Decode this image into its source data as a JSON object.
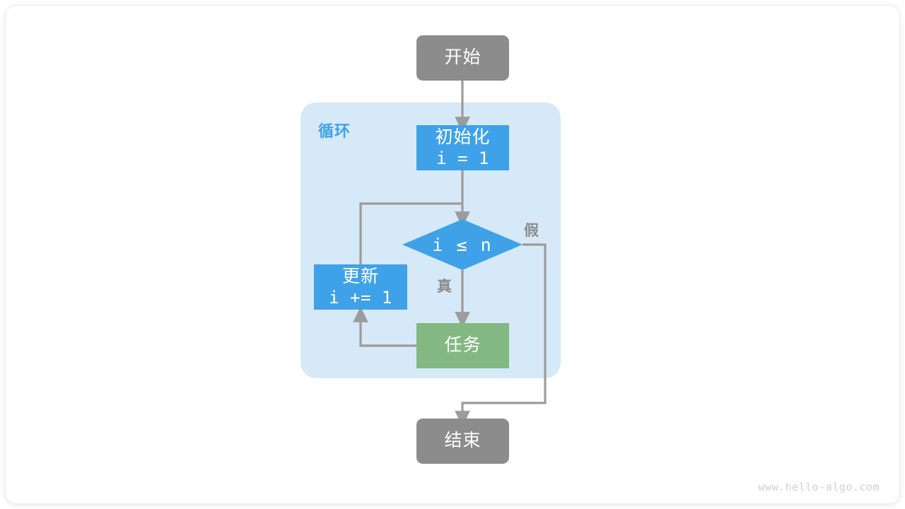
{
  "diagram": {
    "title_watermark": "www.hello-algo.com",
    "colors": {
      "terminal_gray": "#8c8c8c",
      "process_blue": "#3fa2e8",
      "task_green": "#84b883",
      "loop_container": "#d6e9f8",
      "arrow_gray": "#9c9c9c",
      "loop_label_blue": "#3fa2e8",
      "edge_label_gray": "#8c8c8c",
      "page_background": "#ffffff"
    },
    "loop_container": {
      "label": "循环"
    },
    "nodes": {
      "start": {
        "label": "开始",
        "shape": "rounded-rect",
        "fill": "#8c8c8c"
      },
      "init": {
        "label": "初始化",
        "code": "i = 1",
        "shape": "rect",
        "fill": "#3fa2e8"
      },
      "condition": {
        "label": "i ≤ n",
        "shape": "diamond",
        "fill": "#3fa2e8"
      },
      "update": {
        "label": "更新",
        "code": "i += 1",
        "shape": "rect",
        "fill": "#3fa2e8"
      },
      "task": {
        "label": "任务",
        "shape": "rect",
        "fill": "#84b883"
      },
      "end": {
        "label": "结束",
        "shape": "rounded-rect",
        "fill": "#8c8c8c"
      }
    },
    "edge_labels": {
      "true_branch": "真",
      "false_branch": "假"
    }
  }
}
